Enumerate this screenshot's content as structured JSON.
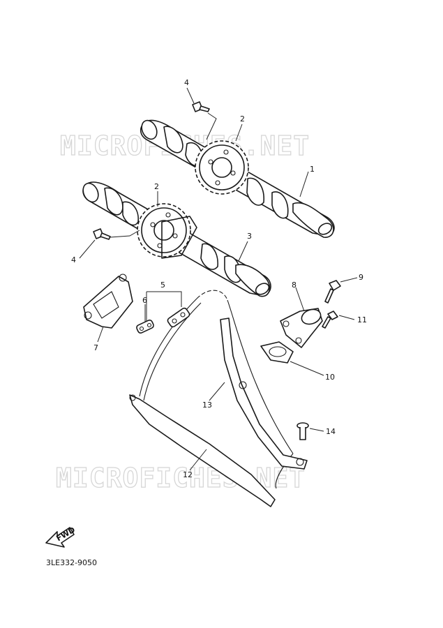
{
  "diagram": {
    "watermark": "MICROFICHES.NET",
    "diagram_code": "3LE332-9050",
    "fwd_label": "FWD",
    "callouts": [
      "1",
      "2",
      "2",
      "3",
      "4",
      "4",
      "5",
      "6",
      "7",
      "8",
      "9",
      "10",
      "11",
      "12",
      "13",
      "14"
    ]
  },
  "colors": {
    "line": "#1a1a1a",
    "watermark": "#d6d6d6",
    "background": "#ffffff"
  }
}
